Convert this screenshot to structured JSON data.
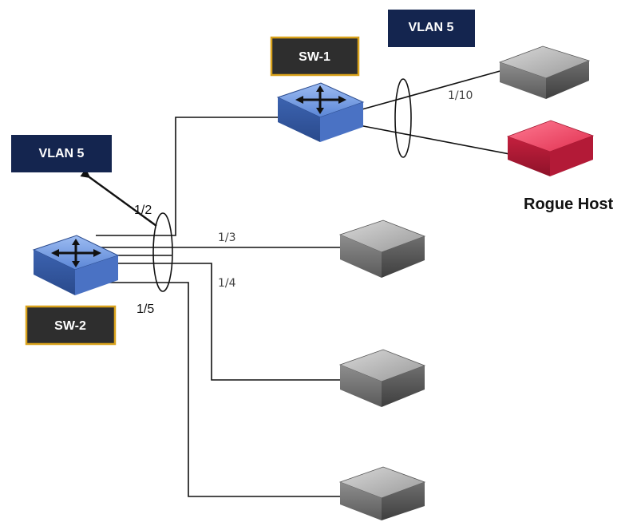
{
  "switches": {
    "sw1": {
      "label": "SW-1"
    },
    "sw2": {
      "label": "SW-2"
    }
  },
  "vlans": {
    "top": {
      "label": "VLAN 5"
    },
    "left": {
      "label": "VLAN 5"
    }
  },
  "ports": {
    "p1_10": "1/10",
    "p1_2": "1/2",
    "p1_3": "1/3",
    "p1_4": "1/4",
    "p1_5": "1/5"
  },
  "rogue_host": {
    "label": "Rogue Host"
  },
  "colors": {
    "vlan_box": "#14254f",
    "switch_box": "#2e2e2e",
    "switch_box_border": "#d9a21b",
    "switch_blue": "#5b86d6",
    "host_gray": "#8a8a8a",
    "rogue_red": "#e03050"
  }
}
